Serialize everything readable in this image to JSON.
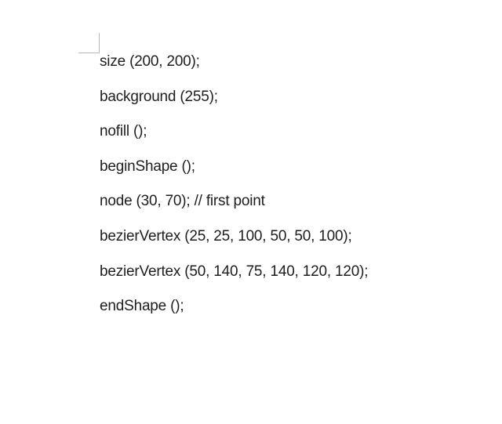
{
  "document": {
    "lines": [
      "size (200, 200);",
      "background (255);",
      "nofill ();",
      "beginShape ();",
      "node (30, 70); // first point",
      "bezierVertex (25, 25, 100, 50, 50, 100);",
      "bezierVertex (50, 140, 75, 140, 120, 120);",
      "endShape ();"
    ]
  }
}
